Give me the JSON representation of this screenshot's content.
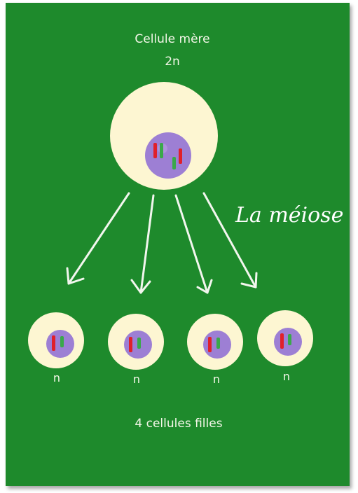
{
  "parent": {
    "title": "Cellule mère",
    "ploidy": "2n"
  },
  "process_label": "La méiose",
  "daughters": {
    "count_label": "4 cellules filles",
    "ploidy": [
      "n",
      "n",
      "n",
      "n"
    ]
  },
  "colors": {
    "background": "#1e8a2c",
    "cell": "#fdf6d2",
    "nucleus": "#9d7fd4",
    "chromosome_red": "#e0202a",
    "chromosome_green": "#3aa84a",
    "text": "#f4f7e8"
  }
}
